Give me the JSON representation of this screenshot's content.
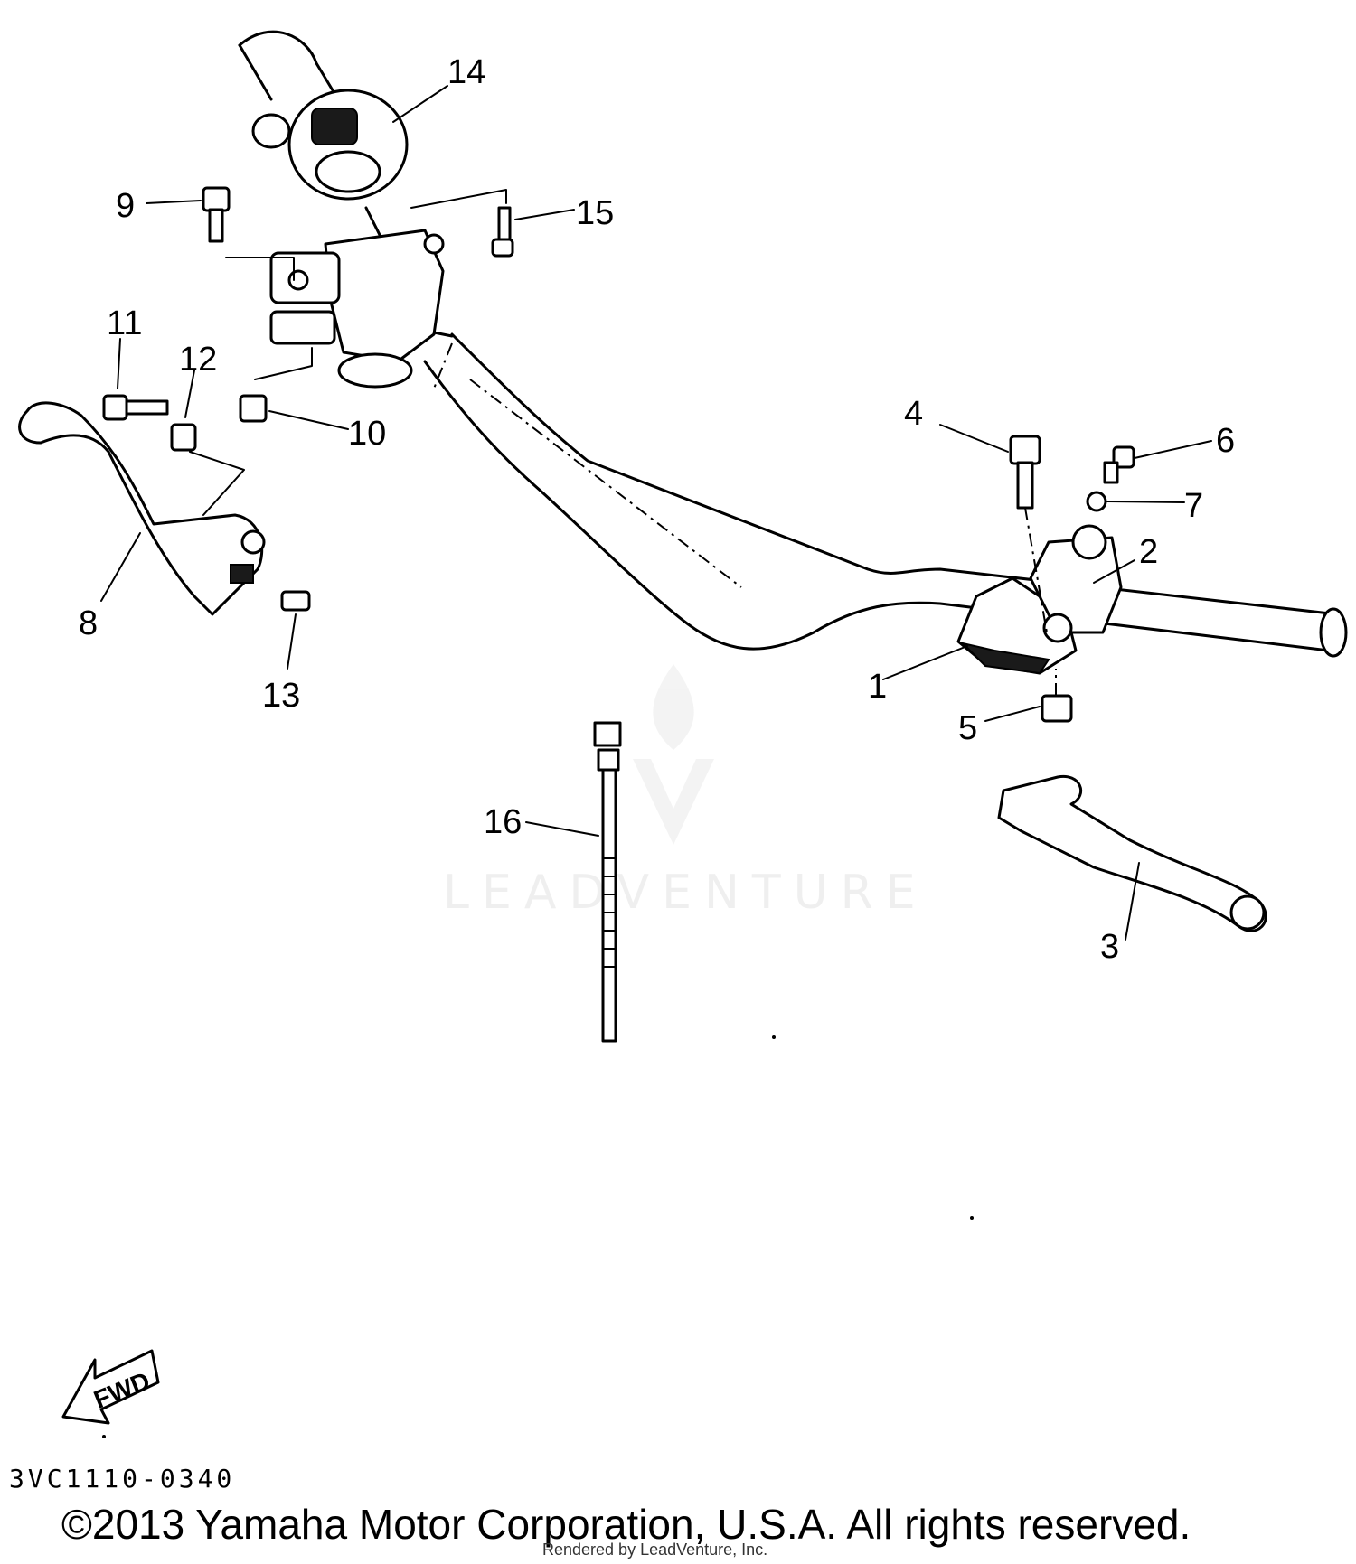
{
  "diagram": {
    "callouts": [
      {
        "id": "1",
        "label": "1"
      },
      {
        "id": "2",
        "label": "2"
      },
      {
        "id": "3",
        "label": "3"
      },
      {
        "id": "4",
        "label": "4"
      },
      {
        "id": "5",
        "label": "5"
      },
      {
        "id": "6",
        "label": "6"
      },
      {
        "id": "7",
        "label": "7"
      },
      {
        "id": "8",
        "label": "8"
      },
      {
        "id": "9",
        "label": "9"
      },
      {
        "id": "10",
        "label": "10"
      },
      {
        "id": "11",
        "label": "11"
      },
      {
        "id": "12",
        "label": "12"
      },
      {
        "id": "13",
        "label": "13"
      },
      {
        "id": "14",
        "label": "14"
      },
      {
        "id": "15",
        "label": "15"
      },
      {
        "id": "16",
        "label": "16"
      }
    ],
    "fwd_label": "FWD",
    "drawing_code": "3VC1110-0340",
    "watermark": "LEADVENTURE"
  },
  "footer": {
    "copyright": "©2013 Yamaha Motor Corporation, U.S.A. All rights reserved.",
    "rendered_by": "Rendered by LeadVenture, Inc."
  }
}
